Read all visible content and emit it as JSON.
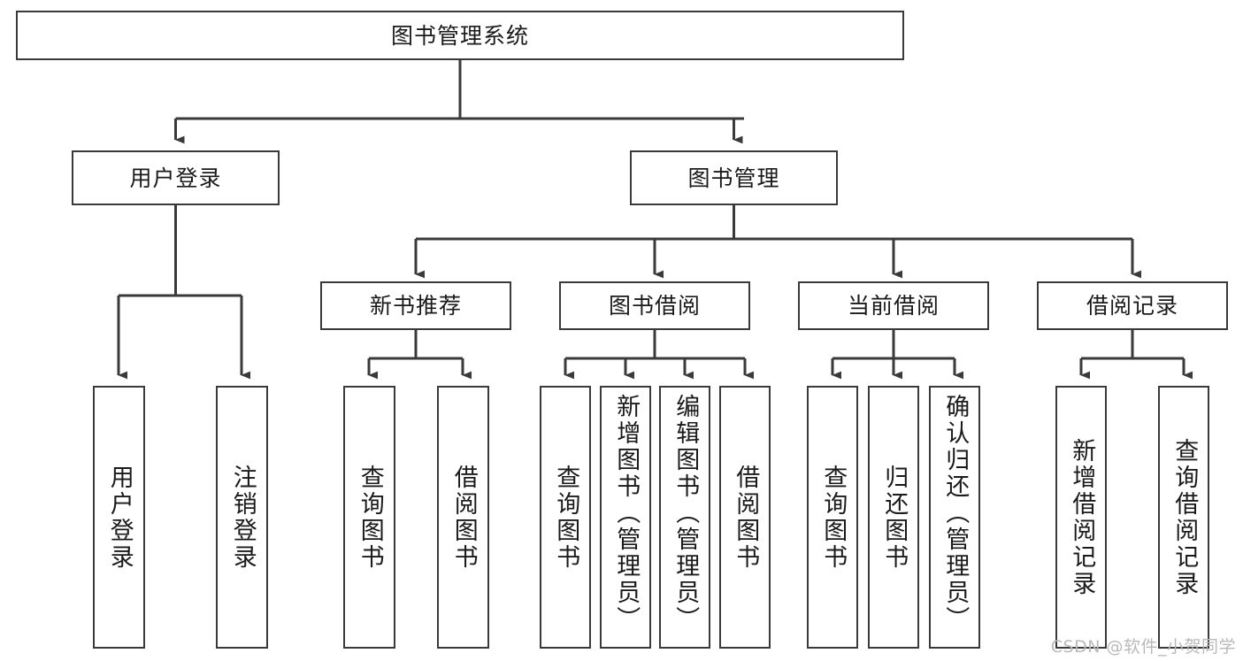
{
  "diagram": {
    "type": "tree-hierarchy",
    "title": "图书管理系统",
    "root": {
      "label": "图书管理系统"
    },
    "level2": [
      {
        "label": "用户登录"
      },
      {
        "label": "图书管理"
      }
    ],
    "level3": [
      {
        "label": "新书推荐"
      },
      {
        "label": "图书借阅"
      },
      {
        "label": "当前借阅"
      },
      {
        "label": "借阅记录"
      }
    ],
    "leaves": {
      "user_login": [
        {
          "label": "用户登录"
        },
        {
          "label": "注销登录"
        }
      ],
      "new_book_recommend": [
        {
          "label": "查询图书"
        },
        {
          "label": "借阅图书"
        }
      ],
      "book_borrow": [
        {
          "label": "查询图书"
        },
        {
          "label": "新增图书（管理员）"
        },
        {
          "label": "编辑图书（管理员）"
        },
        {
          "label": "借阅图书"
        }
      ],
      "current_borrow": [
        {
          "label": "查询图书"
        },
        {
          "label": "归还图书"
        },
        {
          "label": "确认归还（管理员）"
        }
      ],
      "borrow_record": [
        {
          "label": "新增借阅记录"
        },
        {
          "label": "查询借阅记录"
        }
      ]
    }
  },
  "watermark": {
    "text": "CSDN @软件_小贺同学"
  },
  "colors": {
    "border": "#3a3a3a",
    "text": "#1a1a1a",
    "background": "#ffffff",
    "watermark": "#b9b9b9"
  }
}
